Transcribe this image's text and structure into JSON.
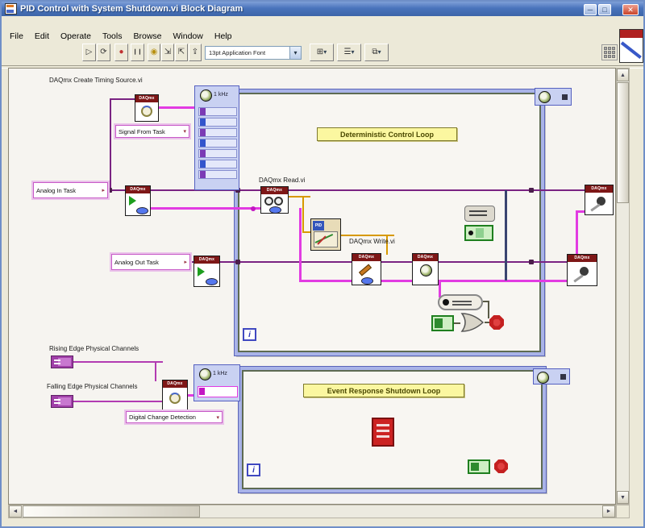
{
  "window": {
    "title": "PID Control with System Shutdown.vi Block Diagram",
    "minimize_glyph": "─",
    "maximize_glyph": "□",
    "close_glyph": "✕"
  },
  "menu": {
    "items": [
      "File",
      "Edit",
      "Operate",
      "Tools",
      "Browse",
      "Window",
      "Help"
    ]
  },
  "toolbar": {
    "font_selector": "13pt Application Font",
    "glyphs": {
      "run": "▷",
      "run_continuous": "⟳",
      "abort": "●",
      "pause": "❙❙",
      "highlight_execution": "◉",
      "step_into": "⇲",
      "step_over": "⇱",
      "step_out": "⇪",
      "dropdown": "▾",
      "align": "⊞",
      "distribute": "☰",
      "reorder": "⧉"
    }
  },
  "diagram": {
    "daqmx_banner": "DAQmx",
    "pid_label": "PID",
    "clock_rate": "1 kHz",
    "iteration": "i",
    "glyphs": {
      "dropdown": "▾",
      "task_arrow": "▸"
    },
    "labels": {
      "create_timing_source": "DAQmx Create Timing Source.vi",
      "signal_from_task": "Signal From Task",
      "analog_in_task": "Analog In Task",
      "analog_out_task": "Analog Out Task",
      "daqmx_read": "DAQmx Read.vi",
      "daqmx_write": "DAQmx Write.vi",
      "deterministic_loop": "Deterministic Control Loop",
      "event_loop": "Event Response Shutdown Loop",
      "rising_edge": "Rising Edge Physical Channels",
      "falling_edge": "Falling Edge Physical Channels",
      "digital_change_detection": "Digital Change Detection"
    },
    "colors": {
      "task_wire": "#7A2382",
      "string_wire": "#E23BE2",
      "numeric_wire": "#D79900",
      "loop_border": "#A9B3E8",
      "label_bg": "#FBF7A0",
      "daqmx_banner_bg": "#7E1717",
      "stop_red": "#C42020",
      "boolean_green": "#2E8B2E"
    }
  }
}
